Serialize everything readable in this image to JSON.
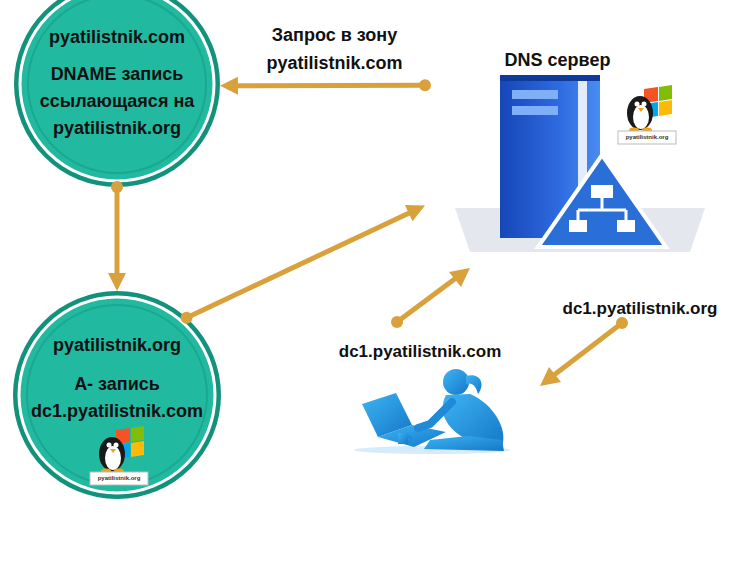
{
  "diagram": {
    "nodes": [
      {
        "text": [
          "pyatilistnik.com",
          "DNAME запись ссылающаяся на pyatilistnik.org"
        ]
      },
      {
        "text": [
          "pyatilistnik.org",
          "A- запись dc1.pyatilistnik.com"
        ]
      },
      {
        "text": [
          "DNS сервер"
        ]
      }
    ],
    "edges": [
      {
        "from": 2,
        "to": 0,
        "arrow": "to",
        "label": "Запрос в зону pyatilistnik.com"
      },
      {
        "from": 0,
        "to": 1,
        "arrow": "to"
      },
      {
        "from": 1,
        "to": 2,
        "arrow": "to"
      }
    ],
    "labels": [
      "dc1.pyatilistnik.com",
      "dc1.pyatilistnik.org",
      "pyatilistnik.org",
      "pyatilistnik.org"
    ]
  }
}
